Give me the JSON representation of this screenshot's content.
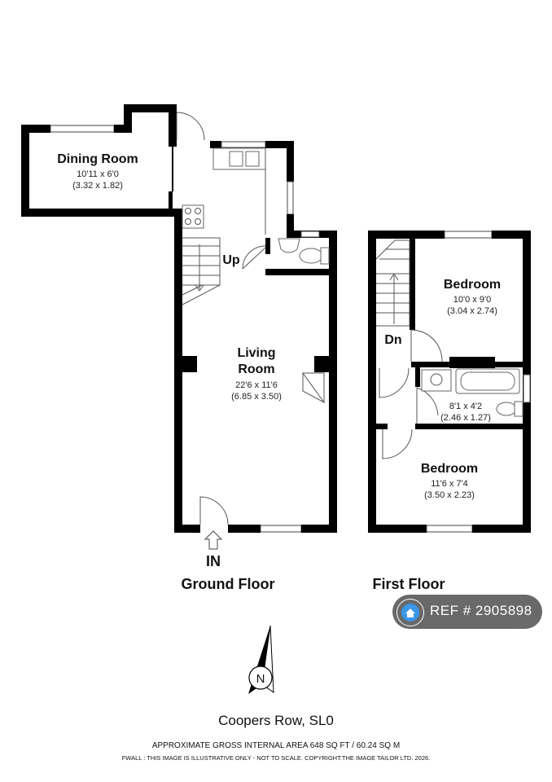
{
  "floors": [
    {
      "name": "Ground Floor",
      "entrance": "IN",
      "stairs": "Up",
      "rooms": [
        {
          "name": "Dining Room",
          "imperial": "10'11 x 6'0",
          "metric": "(3.32 x 1.82)"
        },
        {
          "name_lines": [
            "Living",
            "Room"
          ],
          "imperial": "22'6 x 11'6",
          "metric": "(6.85 x 3.50)"
        }
      ]
    },
    {
      "name": "First Floor",
      "stairs": "Dn",
      "rooms": [
        {
          "name": "Bedroom",
          "imperial": "10'0 x 9'0",
          "metric": "(3.04 x 2.74)"
        },
        {
          "name": "",
          "imperial": "8'1 x 4'2",
          "metric": "(2.46 x 1.27)"
        },
        {
          "name": "Bedroom",
          "imperial": "11'6 x 7'4",
          "metric": "(3.50 x 2.23)"
        }
      ]
    }
  ],
  "compass": {
    "letter": "N"
  },
  "badge": {
    "text": "REF # 2905898",
    "icon": "home-icon"
  },
  "address": "Coopers Row, SL0",
  "area_note": "APPROXIMATE GROSS INTERNAL AREA 648 SQ FT / 60.24 SQ M",
  "disclaimer": "FWALL : THIS IMAGE IS ILLUSTRATIVE ONLY - NOT TO SCALE. COPYRIGHT:THE IMAGE TAILOR LTD. 2026.",
  "colors": {
    "wall": "#000000",
    "badge": "#555555"
  }
}
